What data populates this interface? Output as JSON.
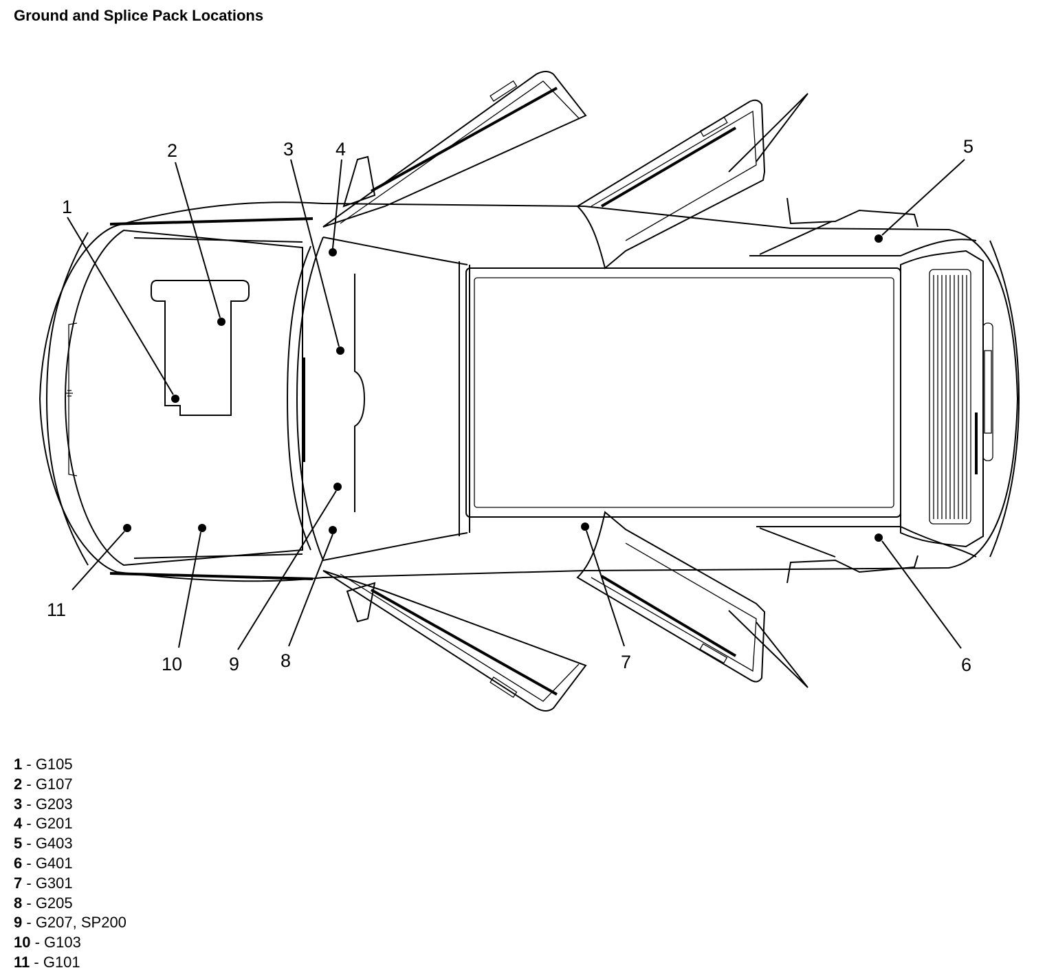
{
  "title": "Ground and Splice Pack Locations",
  "callouts": [
    {
      "label": "1"
    },
    {
      "label": "2"
    },
    {
      "label": "3"
    },
    {
      "label": "4"
    },
    {
      "label": "5"
    },
    {
      "label": "6"
    },
    {
      "label": "7"
    },
    {
      "label": "8"
    },
    {
      "label": "9"
    },
    {
      "label": "10"
    },
    {
      "label": "11"
    }
  ],
  "legend": [
    {
      "num": "1",
      "sep": " - ",
      "text": "G105"
    },
    {
      "num": "2",
      "sep": " - ",
      "text": "G107"
    },
    {
      "num": "3",
      "sep": " - ",
      "text": "G203"
    },
    {
      "num": "4",
      "sep": " - ",
      "text": "G201"
    },
    {
      "num": "5",
      "sep": " - ",
      "text": "G403"
    },
    {
      "num": "6",
      "sep": " - ",
      "text": "G401"
    },
    {
      "num": "7",
      "sep": " - ",
      "text": "G301"
    },
    {
      "num": "8",
      "sep": " - ",
      "text": "G205"
    },
    {
      "num": "9",
      "sep": " - ",
      "text": "G207, SP200"
    },
    {
      "num": "10",
      "sep": " - ",
      "text": "G103"
    },
    {
      "num": "11",
      "sep": " - ",
      "text": "G101"
    }
  ]
}
